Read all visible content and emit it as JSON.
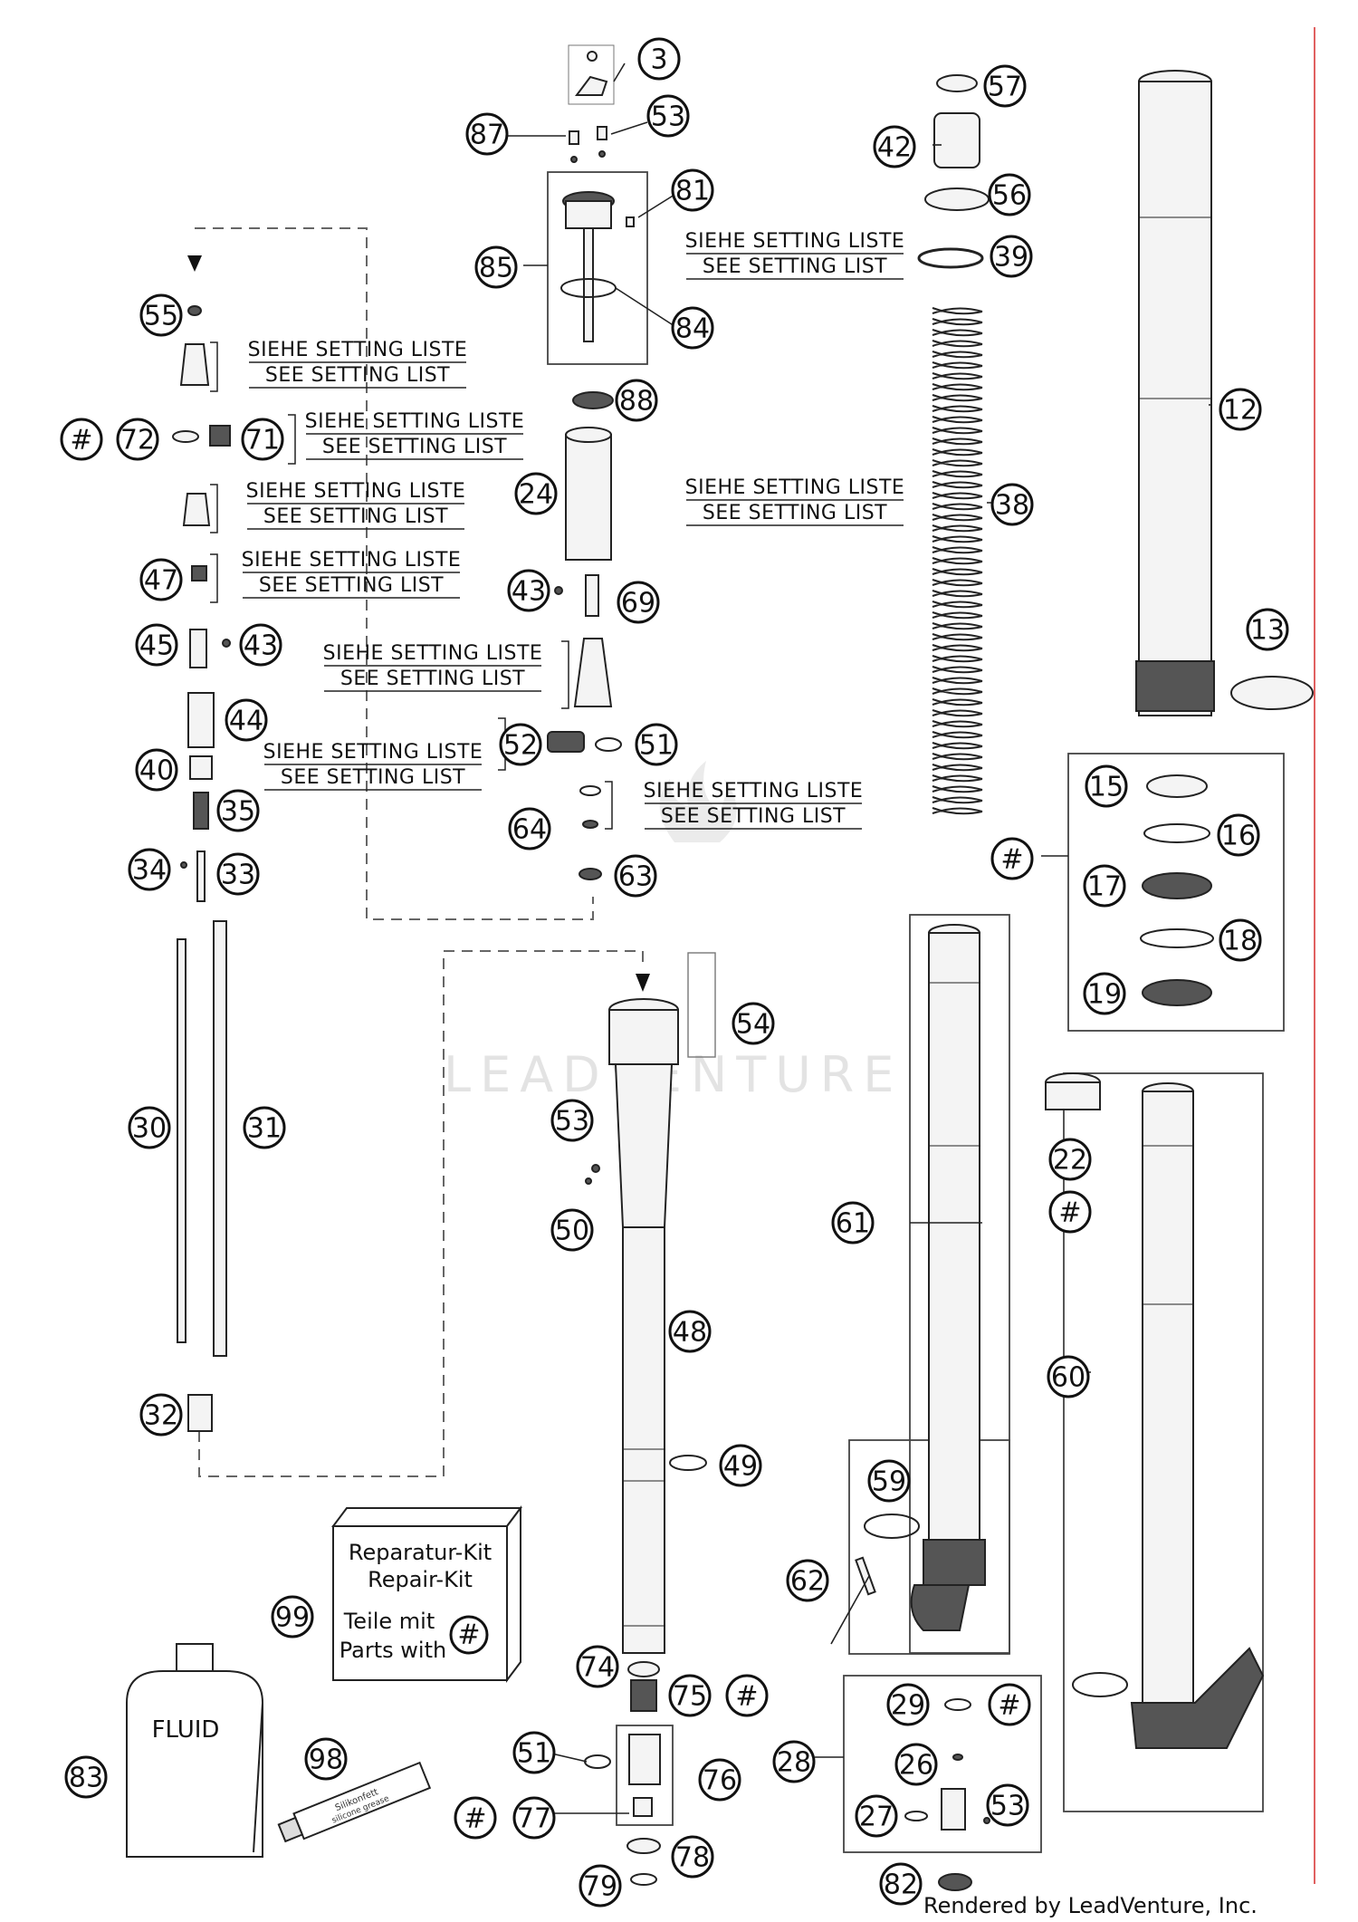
{
  "callouts": [
    {
      "id": "c-3",
      "label": "3"
    },
    {
      "id": "c-57",
      "label": "57"
    },
    {
      "id": "c-87",
      "label": "87"
    },
    {
      "id": "c-53a",
      "label": "53"
    },
    {
      "id": "c-42",
      "label": "42"
    },
    {
      "id": "c-81",
      "label": "81"
    },
    {
      "id": "c-56",
      "label": "56"
    },
    {
      "id": "c-39",
      "label": "39"
    },
    {
      "id": "c-85",
      "label": "85"
    },
    {
      "id": "c-84",
      "label": "84"
    },
    {
      "id": "c-55",
      "label": "55"
    },
    {
      "id": "c-12",
      "label": "12"
    },
    {
      "id": "c-88",
      "label": "88"
    },
    {
      "id": "c-hash1",
      "label": "#"
    },
    {
      "id": "c-72",
      "label": "72"
    },
    {
      "id": "c-71",
      "label": "71"
    },
    {
      "id": "c-24",
      "label": "24"
    },
    {
      "id": "c-38",
      "label": "38"
    },
    {
      "id": "c-47",
      "label": "47"
    },
    {
      "id": "c-43a",
      "label": "43"
    },
    {
      "id": "c-69",
      "label": "69"
    },
    {
      "id": "c-45",
      "label": "45"
    },
    {
      "id": "c-43b",
      "label": "43"
    },
    {
      "id": "c-13",
      "label": "13"
    },
    {
      "id": "c-44",
      "label": "44"
    },
    {
      "id": "c-52",
      "label": "52"
    },
    {
      "id": "c-51a",
      "label": "51"
    },
    {
      "id": "c-40",
      "label": "40"
    },
    {
      "id": "c-15",
      "label": "15"
    },
    {
      "id": "c-35",
      "label": "35"
    },
    {
      "id": "c-64",
      "label": "64"
    },
    {
      "id": "c-16",
      "label": "16"
    },
    {
      "id": "c-hash2",
      "label": "#"
    },
    {
      "id": "c-34",
      "label": "34"
    },
    {
      "id": "c-33",
      "label": "33"
    },
    {
      "id": "c-63",
      "label": "63"
    },
    {
      "id": "c-17",
      "label": "17"
    },
    {
      "id": "c-18",
      "label": "18"
    },
    {
      "id": "c-19",
      "label": "19"
    },
    {
      "id": "c-54",
      "label": "54"
    },
    {
      "id": "c-30",
      "label": "30"
    },
    {
      "id": "c-31",
      "label": "31"
    },
    {
      "id": "c-53b",
      "label": "53"
    },
    {
      "id": "c-22",
      "label": "22"
    },
    {
      "id": "c-hash3",
      "label": "#"
    },
    {
      "id": "c-61",
      "label": "61"
    },
    {
      "id": "c-50",
      "label": "50"
    },
    {
      "id": "c-48",
      "label": "48"
    },
    {
      "id": "c-60",
      "label": "60"
    },
    {
      "id": "c-32",
      "label": "32"
    },
    {
      "id": "c-49",
      "label": "49"
    },
    {
      "id": "c-59",
      "label": "59"
    },
    {
      "id": "c-62",
      "label": "62"
    },
    {
      "id": "c-99",
      "label": "99"
    },
    {
      "id": "c-74",
      "label": "74"
    },
    {
      "id": "c-75",
      "label": "75"
    },
    {
      "id": "c-hash4",
      "label": "#"
    },
    {
      "id": "c-29",
      "label": "29"
    },
    {
      "id": "c-hash5",
      "label": "#"
    },
    {
      "id": "c-28",
      "label": "28"
    },
    {
      "id": "c-51b",
      "label": "51"
    },
    {
      "id": "c-98",
      "label": "98"
    },
    {
      "id": "c-26",
      "label": "26"
    },
    {
      "id": "c-83",
      "label": "83"
    },
    {
      "id": "c-76",
      "label": "76"
    },
    {
      "id": "c-hash6",
      "label": "#"
    },
    {
      "id": "c-77",
      "label": "77"
    },
    {
      "id": "c-27",
      "label": "27"
    },
    {
      "id": "c-53c",
      "label": "53"
    },
    {
      "id": "c-78",
      "label": "78"
    },
    {
      "id": "c-79",
      "label": "79"
    },
    {
      "id": "c-82",
      "label": "82"
    },
    {
      "id": "c-hash7",
      "label": "#"
    }
  ],
  "setting_notes": {
    "line_de": "SIEHE SETTING LISTE",
    "line_en": "SEE SETTING LIST"
  },
  "repair_kit": {
    "line1": "Reparatur-Kit",
    "line2": "Repair-Kit",
    "line3": "Teile mit",
    "line4": "Parts with",
    "symbol": "#"
  },
  "fluid_label": "FLUID",
  "grease_label": "silicone grease",
  "grease_brand": "Silikonfett",
  "watermark": "LEADVENTURE",
  "footer": "Rendered by LeadVenture, Inc."
}
